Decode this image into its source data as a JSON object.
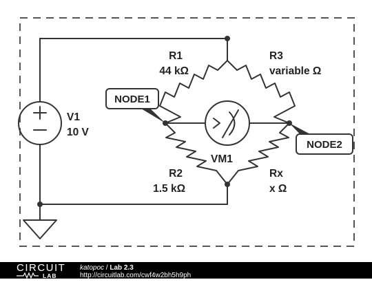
{
  "components": {
    "v1": {
      "name": "V1",
      "value": "10 V"
    },
    "r1": {
      "name": "R1",
      "value": "44 kΩ"
    },
    "r2": {
      "name": "R2",
      "value": "1.5 kΩ"
    },
    "r3": {
      "name": "R3",
      "value": "variable Ω"
    },
    "rx": {
      "name": "Rx",
      "value": "x Ω"
    },
    "vm1": {
      "name": "VM1"
    }
  },
  "nodes": {
    "node1": "NODE1",
    "node2": "NODE2"
  },
  "footer": {
    "logo_top": "CIRCUIT",
    "logo_bottom": "LAB",
    "author": "katopoc",
    "separator": " / ",
    "title": "Lab 2.3",
    "url": "http://circuitlab.com/cwf4w2bh5h9ph"
  },
  "colors": {
    "wire": "#333333",
    "border": "#555555",
    "footer_bg": "#000000"
  }
}
